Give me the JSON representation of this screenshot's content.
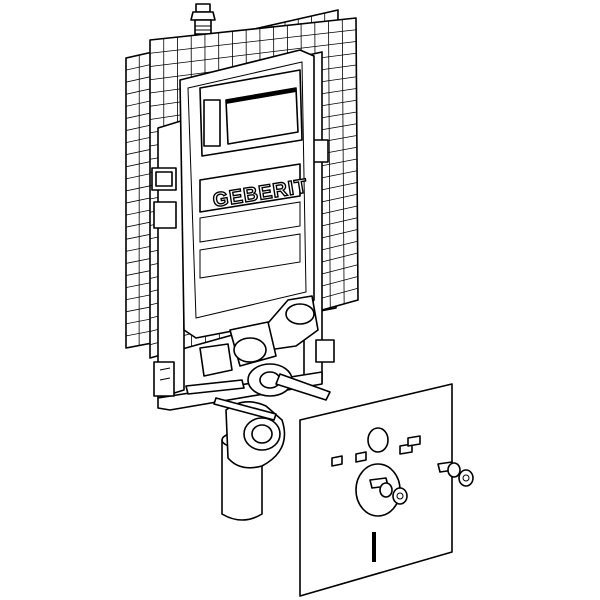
{
  "diagram": {
    "brand_label": "GEBERIT",
    "colors": {
      "line": "#000000",
      "background": "#ffffff"
    },
    "parts": [
      "valve-connector",
      "mesh-sheet-back",
      "mesh-sheet-front",
      "installation-frame",
      "cistern-tank",
      "flush-opening",
      "drain-pipe",
      "bend-pipe",
      "mounting-bolts",
      "wall-plate",
      "bolt-set"
    ]
  }
}
